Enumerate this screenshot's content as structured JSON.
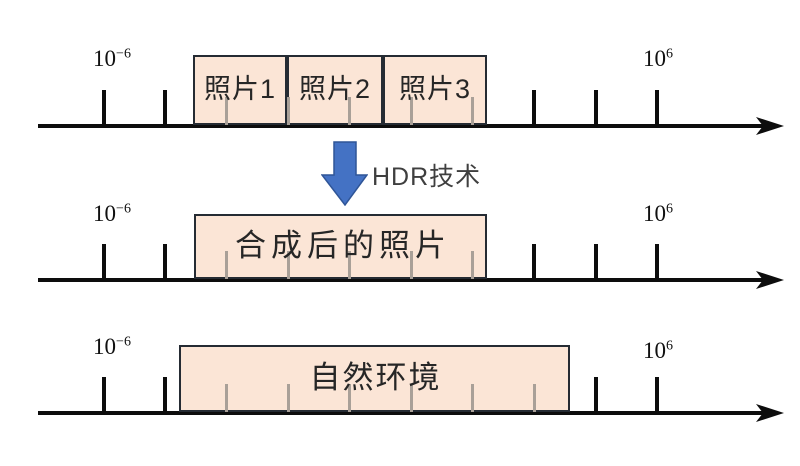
{
  "colors": {
    "box_fill": "#fbe5d6",
    "box_border": "#252b33",
    "axis": "#0d0d0d",
    "minor_tick": "#a9a098",
    "arrow_fill": "#4472c4",
    "arrow_border": "#2f5597",
    "label_text": "#262626"
  },
  "hdr_arrow": {
    "label": "HDR技术"
  },
  "axes": [
    {
      "name": "photos",
      "min_base": "10",
      "min_exp": "−6",
      "max_base": "10",
      "max_exp": "6",
      "boxes": [
        {
          "label": "照片1"
        },
        {
          "label": "照片2"
        },
        {
          "label": "照片3"
        }
      ]
    },
    {
      "name": "composite",
      "min_base": "10",
      "min_exp": "−6",
      "max_base": "10",
      "max_exp": "6",
      "boxes": [
        {
          "label": "合成后的照片"
        }
      ]
    },
    {
      "name": "environment",
      "min_base": "10",
      "min_exp": "−6",
      "max_base": "10",
      "max_exp": "6",
      "boxes": [
        {
          "label": "自然环境"
        }
      ]
    }
  ]
}
